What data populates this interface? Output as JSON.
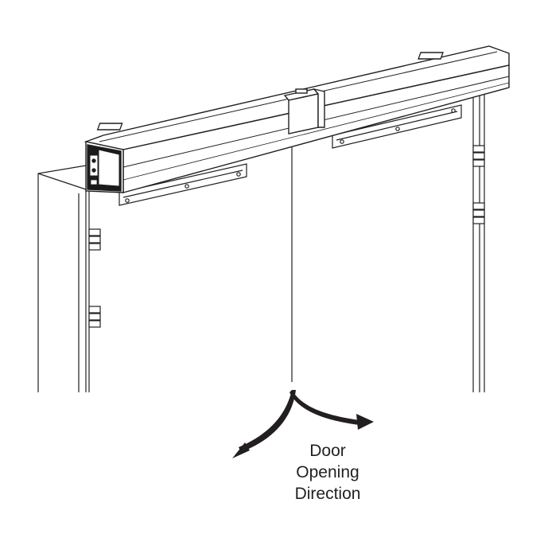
{
  "labels": {
    "line1": "Door",
    "line2": "Opening",
    "line3": "Direction"
  },
  "colors": {
    "ink": "#231f20",
    "dark_fill": "#1a1a1a",
    "paper": "#ffffff"
  }
}
